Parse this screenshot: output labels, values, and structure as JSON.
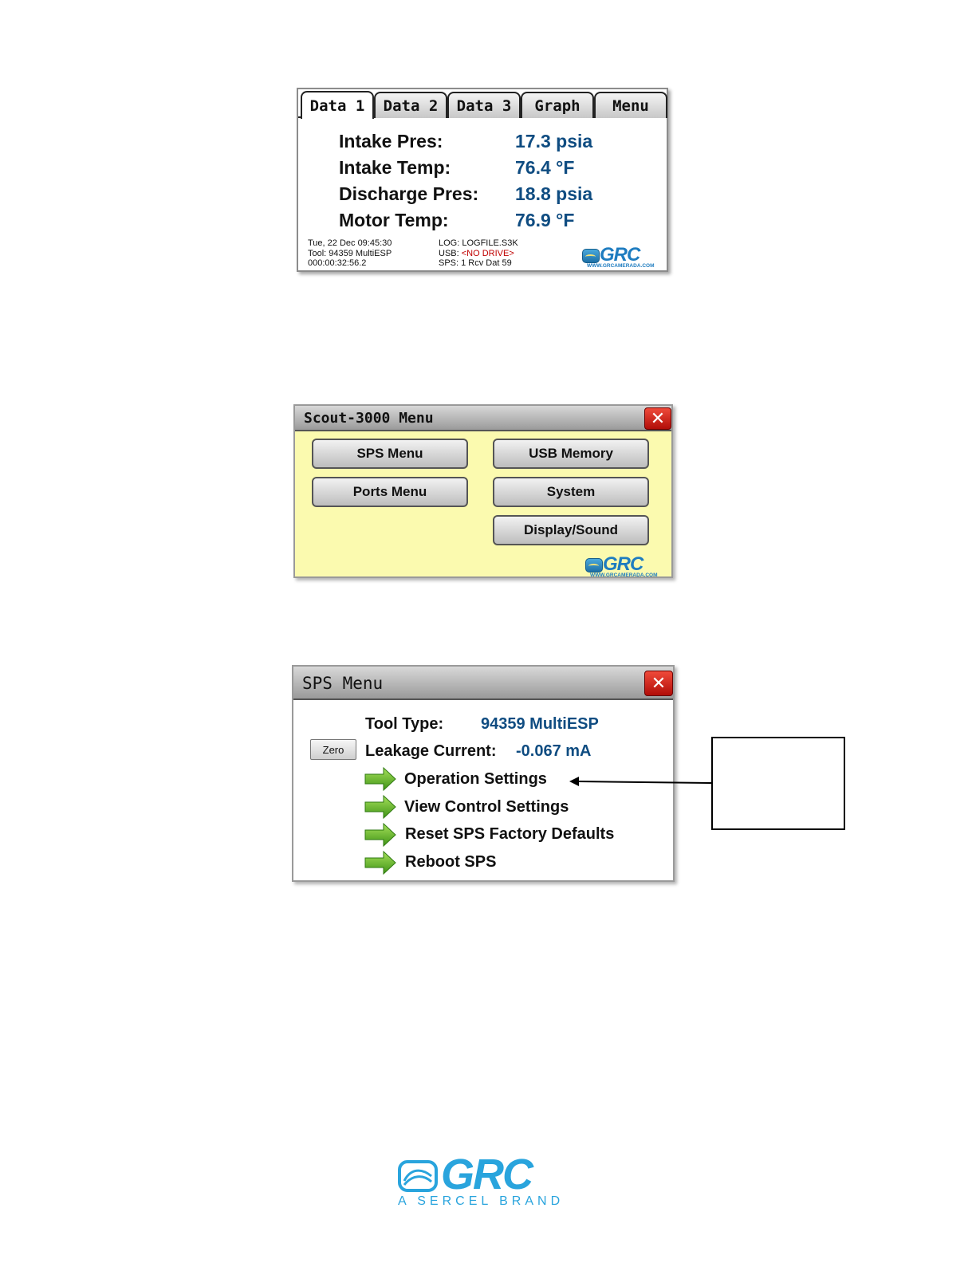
{
  "screen1": {
    "tabs": [
      "Data 1",
      "Data 2",
      "Data 3",
      "Graph",
      "Menu"
    ],
    "readings": [
      {
        "label": "Intake Pres:",
        "value": "17.3 psia"
      },
      {
        "label": "Intake Temp:",
        "value": "76.4 °F"
      },
      {
        "label": "Discharge Pres:",
        "value": "18.8 psia"
      },
      {
        "label": "Motor Temp:",
        "value": "76.9 °F"
      }
    ],
    "status": {
      "datetime": "Tue, 22 Dec 09:45:30",
      "tool": "Tool:  94359 MultiESP",
      "elapsed": "000:00:32:56.2",
      "log": "LOG: LOGFILE.S3K",
      "usb_label": "USB: ",
      "usb_value": "<NO DRIVE>",
      "sps": "SPS: 1 Rcv Dat 59"
    },
    "logo_text": "GRC",
    "logo_url": "WWW.GRCAMERADA.COM"
  },
  "screen2": {
    "title": "Scout-3000 Menu",
    "close_label": "✕",
    "buttons": {
      "sps_menu": "SPS Menu",
      "usb_memory": "USB Memory",
      "ports_menu": "Ports Menu",
      "system": "System",
      "display_sound": "Display/Sound"
    },
    "logo_text": "GRC",
    "logo_url": "WWW.GRCAMERADA.COM"
  },
  "screen3": {
    "title": "SPS Menu",
    "close_label": "✕",
    "tool_type_label": "Tool Type:",
    "tool_type_value": "94359 MultiESP",
    "zero_label": "Zero",
    "leakage_label": "Leakage Current:",
    "leakage_value": "-0.067 mA",
    "items": [
      "Operation Settings",
      "View Control Settings",
      "Reset SPS Factory Defaults",
      "Reboot SPS"
    ]
  },
  "footer": {
    "logo_text": "GRC",
    "tagline": "A SERCEL BRAND"
  },
  "colors": {
    "value_blue": "#0f4c81",
    "menu_yellow": "#fbfaaf",
    "close_red": "#d3221a",
    "grc_blue": "#29a4dd",
    "arrow_green": "#6cbf2a"
  }
}
